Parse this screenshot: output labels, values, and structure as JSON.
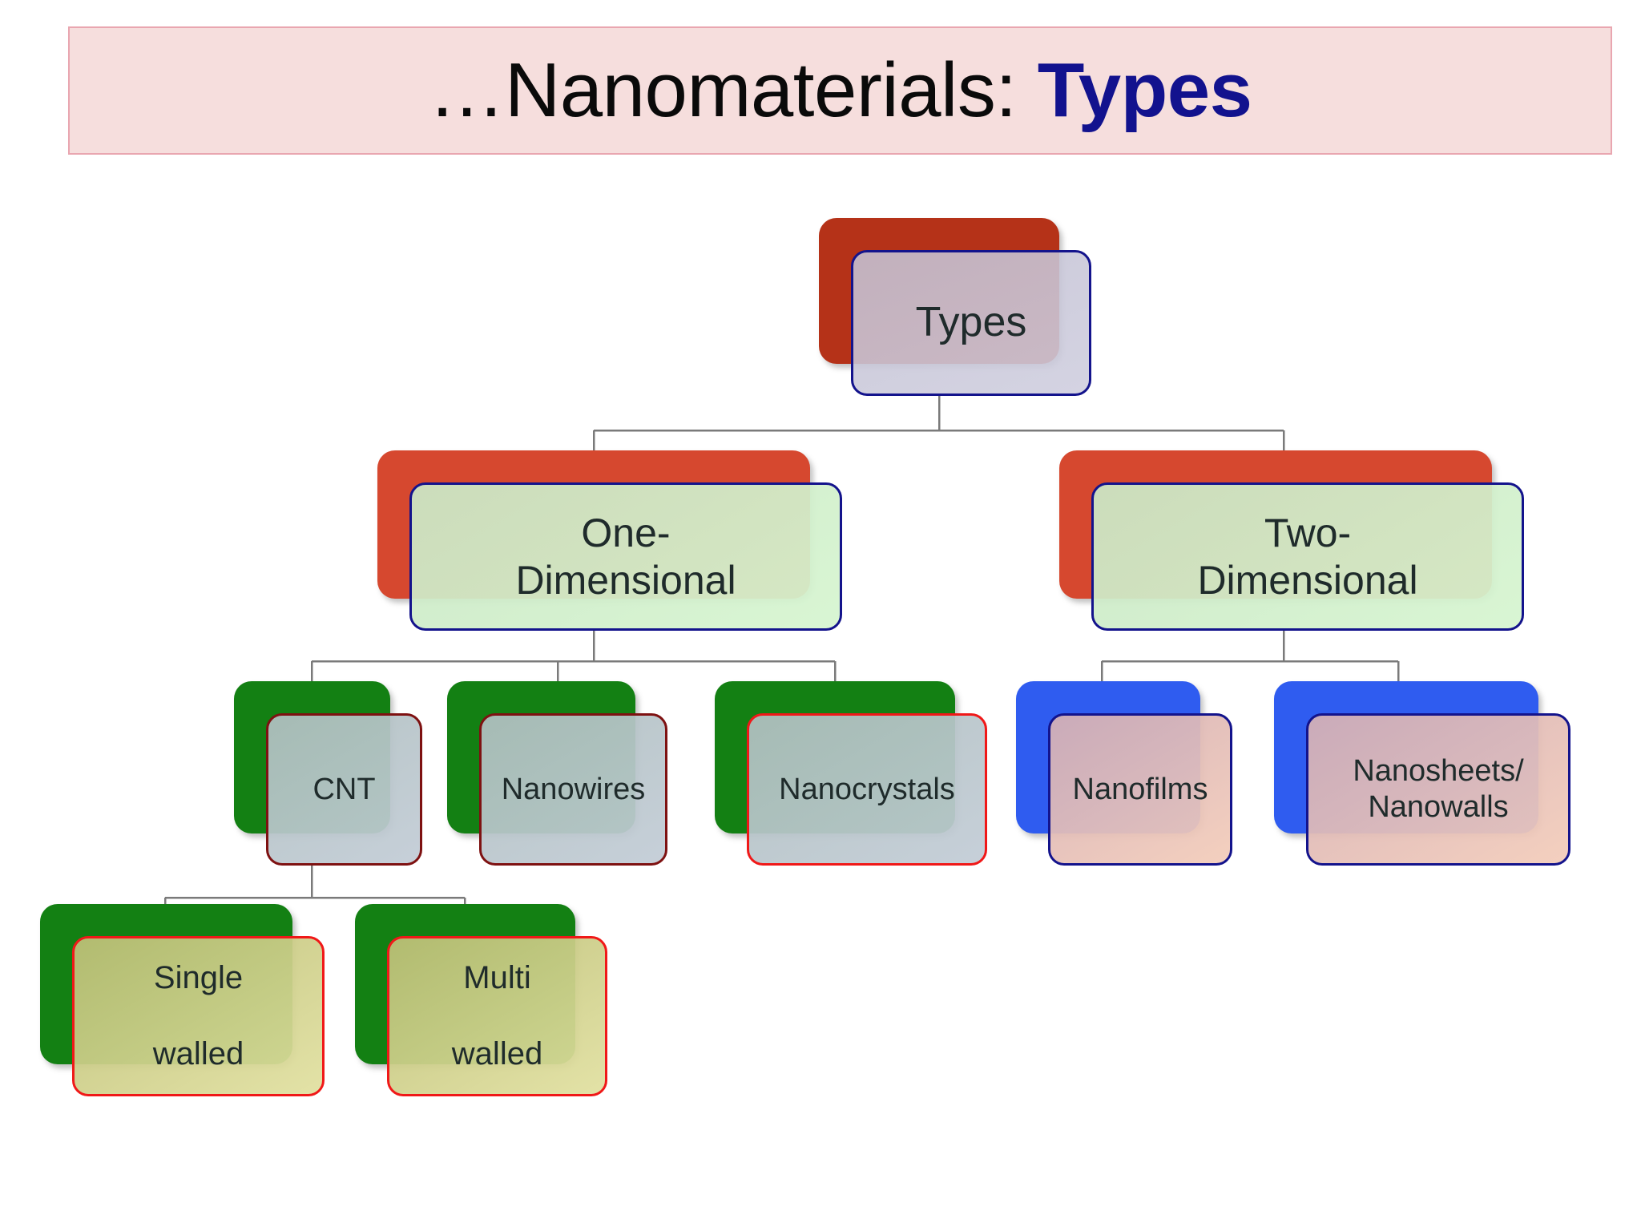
{
  "slide": {
    "title_prefix": "…Nanomaterials: ",
    "title_accent": "Types",
    "title_full": "…Nanomaterials: Types",
    "background_color": "#FFFFFF",
    "title_bar_fill": "#F6DEDD",
    "title_bar_border": "#E9A6B0",
    "title_text_color": "#0A0A0A",
    "title_accent_color": "#12128E"
  },
  "diagram": {
    "type": "hierarchy-tree",
    "connector_color": "#7A7A7A",
    "nodes": {
      "root": {
        "label": "Types",
        "shadow_color": "#B53218",
        "fill_color": "#C4C2D4",
        "border_color": "#13138C"
      },
      "one_dimensional": {
        "label": "One-\nDimensional",
        "line1": "One-",
        "line2": "Dimensional",
        "shadow_color": "#D6482F",
        "fill_color": "#CBE8C6",
        "border_color": "#13138C"
      },
      "two_dimensional": {
        "label": "Two-\nDimensional",
        "line1": "Two-",
        "line2": "Dimensional",
        "shadow_color": "#D6482F",
        "fill_color": "#CBE8C6",
        "border_color": "#13138C"
      },
      "cnt": {
        "label": "CNT",
        "shadow_color": "#138013",
        "fill_color": "#B1C0C1",
        "border_color": "#7E1111"
      },
      "nanowires": {
        "label": "Nanowires",
        "shadow_color": "#138013",
        "fill_color": "#B1C0C1",
        "border_color": "#7E1111"
      },
      "nanocrystals": {
        "label": "Nanocrystals",
        "shadow_color": "#138013",
        "fill_color": "#B1C0C1",
        "border_color": "#F01818"
      },
      "nanofilms": {
        "label": "Nanofilms",
        "shadow_color": "#2F5CF0",
        "fill_color": "#D6B1B5",
        "border_color": "#13138C"
      },
      "nanosheets": {
        "label": "Nanosheets/\nNanowalls",
        "line1": "Nanosheets/",
        "line2": "Nanowalls",
        "shadow_color": "#2F5CF0",
        "fill_color": "#D6B1B5",
        "border_color": "#13138C"
      },
      "single_walled": {
        "label": "Single\nwalled",
        "line1": "Single",
        "line2": "walled",
        "shadow_color": "#138013",
        "fill_color": "#BEC077",
        "border_color": "#F01818"
      },
      "multi_walled": {
        "label": "Multi\nwalled",
        "line1": "Multi",
        "line2": "walled",
        "shadow_color": "#138013",
        "fill_color": "#BEC077",
        "border_color": "#F01818"
      }
    },
    "edges": [
      {
        "from": "root",
        "to": "one_dimensional"
      },
      {
        "from": "root",
        "to": "two_dimensional"
      },
      {
        "from": "one_dimensional",
        "to": "cnt"
      },
      {
        "from": "one_dimensional",
        "to": "nanowires"
      },
      {
        "from": "one_dimensional",
        "to": "nanocrystals"
      },
      {
        "from": "two_dimensional",
        "to": "nanofilms"
      },
      {
        "from": "two_dimensional",
        "to": "nanosheets"
      },
      {
        "from": "cnt",
        "to": "single_walled"
      },
      {
        "from": "cnt",
        "to": "multi_walled"
      }
    ]
  }
}
